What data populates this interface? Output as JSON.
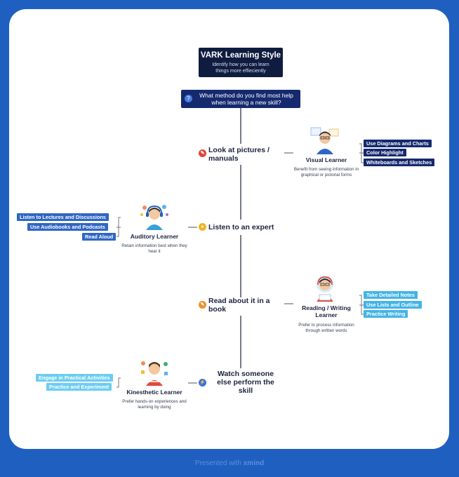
{
  "title": {
    "main": "VARK Learning Style",
    "subtitle": "Identify how you can learn things more effieciently"
  },
  "question": "What method do you find most help when learning a new skill?",
  "options": [
    {
      "label": "Look at pictures / manuals",
      "icon": "pencil-icon",
      "color": "#e0453a"
    },
    {
      "label": "Listen to an expert",
      "icon": "person-icon",
      "color": "#f0b323"
    },
    {
      "label": "Read about it in a book",
      "icon": "pencil-icon",
      "color": "#f0902a"
    },
    {
      "label": "Watch someone else perform the skill",
      "icon": "lightning-icon",
      "color": "#3b6fe0"
    }
  ],
  "learners": {
    "visual": {
      "name": "Visual Learner",
      "desc": "Benefit from seeing information in graphical or pictorial forms",
      "tags": [
        "Use Diagrams and Charts",
        "Color Highlight",
        "Whiteboards and Sketches"
      ]
    },
    "auditory": {
      "name": "Auditory Learner",
      "desc": "Retain information best when they hear it",
      "tags": [
        "Listen to Lectures and Discussions",
        "Use Audiobooks and Podcasts",
        "Read Aloud"
      ]
    },
    "reading": {
      "name": "Reading / Writing Learner",
      "desc": "Prefer to process information through written words",
      "tags": [
        "Take Detailed Notes",
        "Use Lists and Outline",
        "Practice Writing"
      ]
    },
    "kinesthetic": {
      "name": "Kinesthetic Learner",
      "desc": "Prefer hands-on experiences and learning by doing",
      "tags": [
        "Engage in Practical Activities",
        "Practice and Experiment"
      ]
    }
  },
  "footer": {
    "prefix": "Presented with",
    "brand": "xmind"
  }
}
